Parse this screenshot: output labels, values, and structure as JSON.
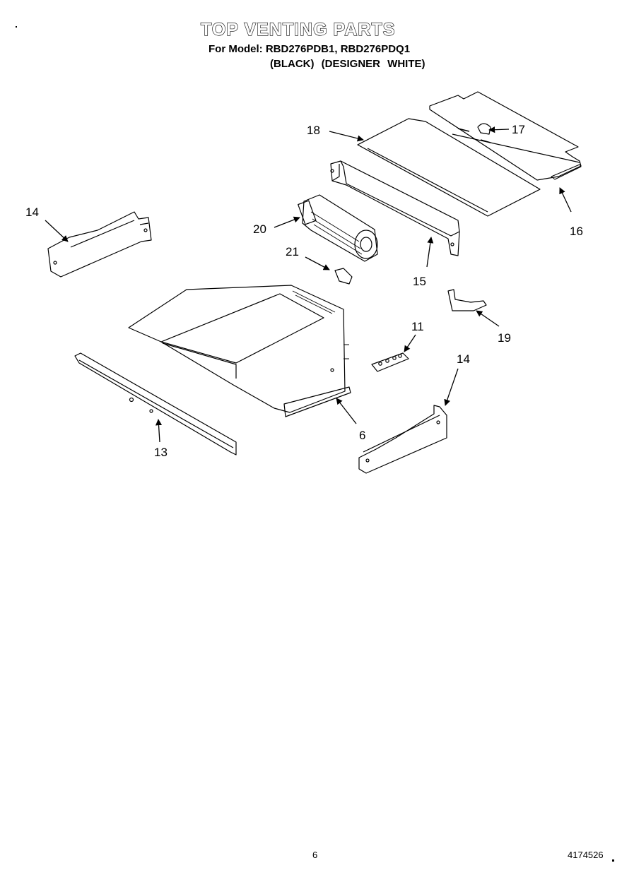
{
  "header": {
    "title": "TOP VENTING PARTS",
    "model_line": "For Model: RBD276PDB1, RBD276PDQ1",
    "model_colors": "(BLACK) (DESIGNER WHITE)"
  },
  "callouts": [
    "18",
    "17",
    "16",
    "14",
    "20",
    "15",
    "21",
    "19",
    "11",
    "14",
    "6",
    "13"
  ],
  "footer": {
    "page_number": "6",
    "part_code": "4174526"
  }
}
